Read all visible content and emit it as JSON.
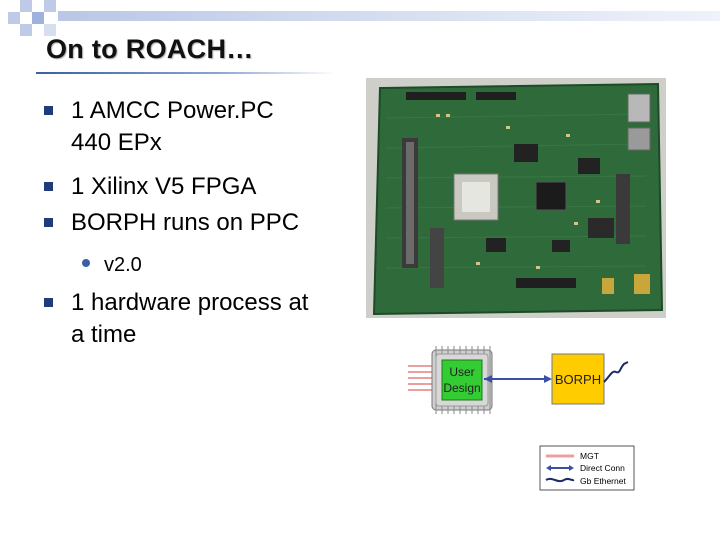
{
  "slide": {
    "title": "On to ROACH…",
    "bullets": [
      {
        "line1": "1 AMCC Power.PC",
        "line2": "440 EPx"
      },
      {
        "line1": "1 Xilinx V5 FPGA"
      },
      {
        "line1": "BORPH runs on PPC"
      }
    ],
    "sub_bullet": "v2.0",
    "bullet4": {
      "line1": "1 hardware process at",
      "line2": "a time"
    }
  },
  "diagram": {
    "user_design_line1": "User",
    "user_design_line2": "Design",
    "borph_label": "BORPH",
    "legend": [
      "MGT",
      "Direct Conn",
      "Gb Ethernet"
    ]
  },
  "colors": {
    "accent": "#1f3b7a",
    "user_design_fill": "#33cc33",
    "borph_fill": "#ffcc00",
    "connection": "#3a4fa6"
  }
}
